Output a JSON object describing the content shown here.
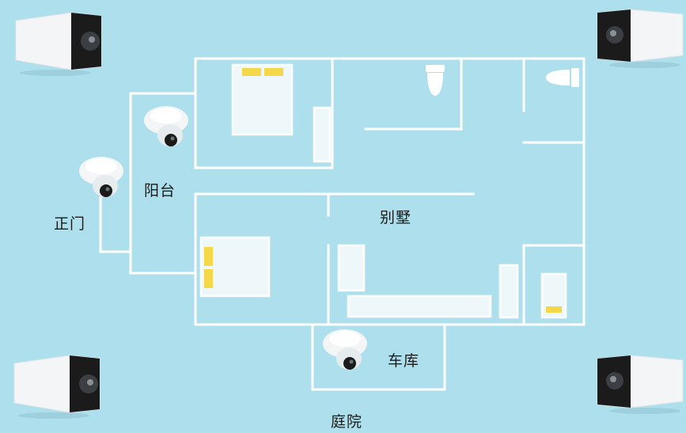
{
  "labels": {
    "main_gate": "正门",
    "balcony": "阳台",
    "villa": "别墅",
    "garage": "车库",
    "courtyard": "庭院"
  },
  "colors": {
    "background": "#ade0ec",
    "wall": "#ffffff",
    "furniture_fill": "#eef8fa",
    "pillow": "#f5d84a",
    "camera_body": "#f3f5f6",
    "camera_dark": "#1b1b1b"
  },
  "icons": [
    "bullet-camera-icon",
    "dome-camera-icon",
    "bed-icon",
    "toilet-icon",
    "pillow-icon"
  ]
}
